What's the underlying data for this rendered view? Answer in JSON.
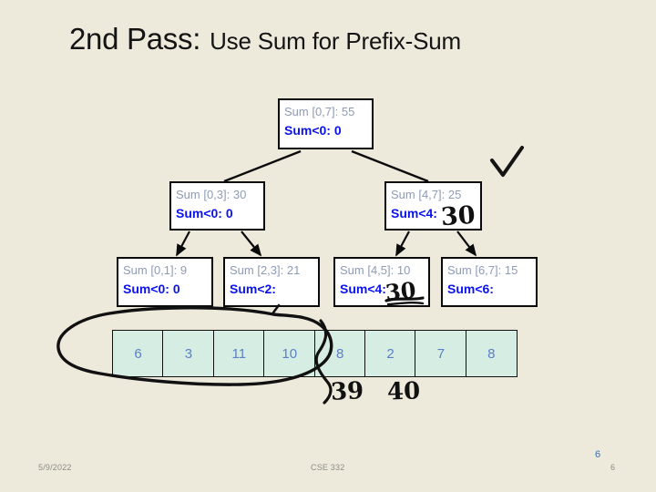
{
  "slide": {
    "background_color": "#EDEADC",
    "title": {
      "main": "2nd Pass:",
      "sub": "Use Sum for Prefix-Sum"
    },
    "footer": {
      "date": "5/9/2022",
      "course": "CSE 332",
      "slide_number_gray": "6",
      "slide_number_blue": "6"
    }
  },
  "tree": {
    "nodes": [
      {
        "id": "root",
        "range_label": "Sum [0,7]: 55",
        "prefix_label": "Sum<0: 0",
        "ink_value": ""
      },
      {
        "id": "l03",
        "range_label": "Sum [0,3]: 30",
        "prefix_label": "Sum<0: 0",
        "ink_value": ""
      },
      {
        "id": "r47",
        "range_label": "Sum [4,7]: 25",
        "prefix_label": "Sum<4:",
        "ink_value": "30"
      },
      {
        "id": "l01",
        "range_label": "Sum [0,1]: 9",
        "prefix_label": "Sum<0: 0",
        "ink_value": ""
      },
      {
        "id": "l23",
        "range_label": "Sum [2,3]: 21",
        "prefix_label": "Sum<2:",
        "ink_value": ""
      },
      {
        "id": "r45",
        "range_label": "Sum [4,5]: 10",
        "prefix_label": "Sum<4:",
        "ink_value": "30"
      },
      {
        "id": "r67",
        "range_label": "Sum [6,7]: 15",
        "prefix_label": "Sum<6:",
        "ink_value": ""
      }
    ],
    "colors": {
      "range_text": "#8E9BB5",
      "prefix_text": "#0A12F0",
      "node_fill": "#FFFFFF",
      "node_border": "#0A0A0A"
    }
  },
  "array": {
    "values": [
      "6",
      "3",
      "11",
      "10",
      "8",
      "2",
      "7",
      "8"
    ],
    "cell_fill": "#D6EDE3",
    "cell_text": "#5A80C8"
  },
  "annotations": {
    "checkmark": "checkmark",
    "ellipse": "hand-drawn-ellipse-around-first-four-cells",
    "below_array": [
      {
        "text": "39"
      },
      {
        "text": "40"
      }
    ]
  }
}
